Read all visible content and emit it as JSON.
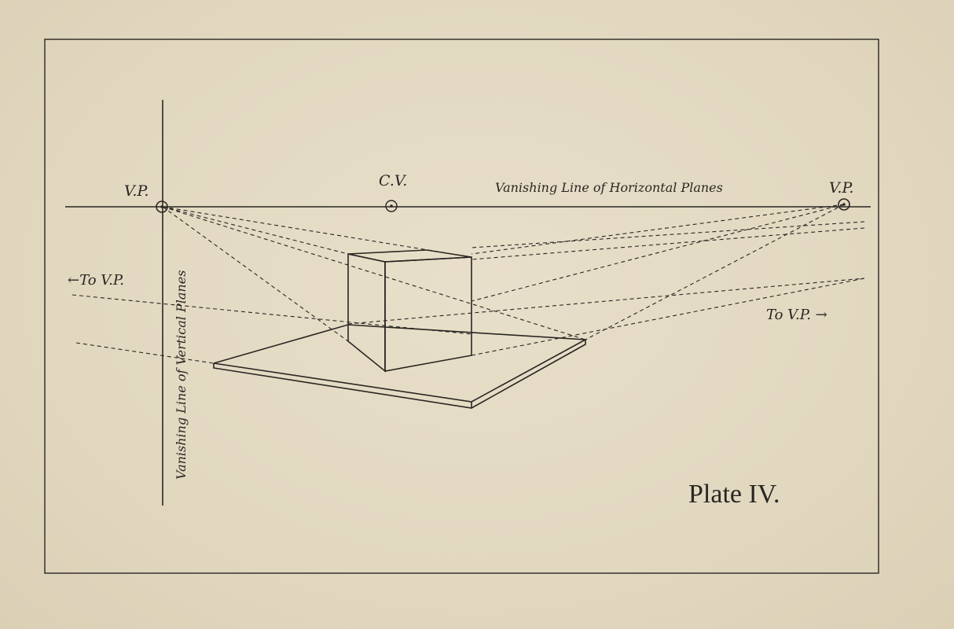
{
  "plate": {
    "title": "Plate IV."
  },
  "labels": {
    "vp_left": "V.P.",
    "cv": "C.V.",
    "vp_right": "V.P.",
    "horizontal_line": "Vanishing Line of Horizontal Planes",
    "vertical_line": "Vanishing Line of Vertical Planes",
    "to_vp_left": "←To V.P.",
    "to_vp_right": "To V.P. →"
  },
  "colors": {
    "paper": "#e3d9c2",
    "ink": "#2a2622"
  }
}
